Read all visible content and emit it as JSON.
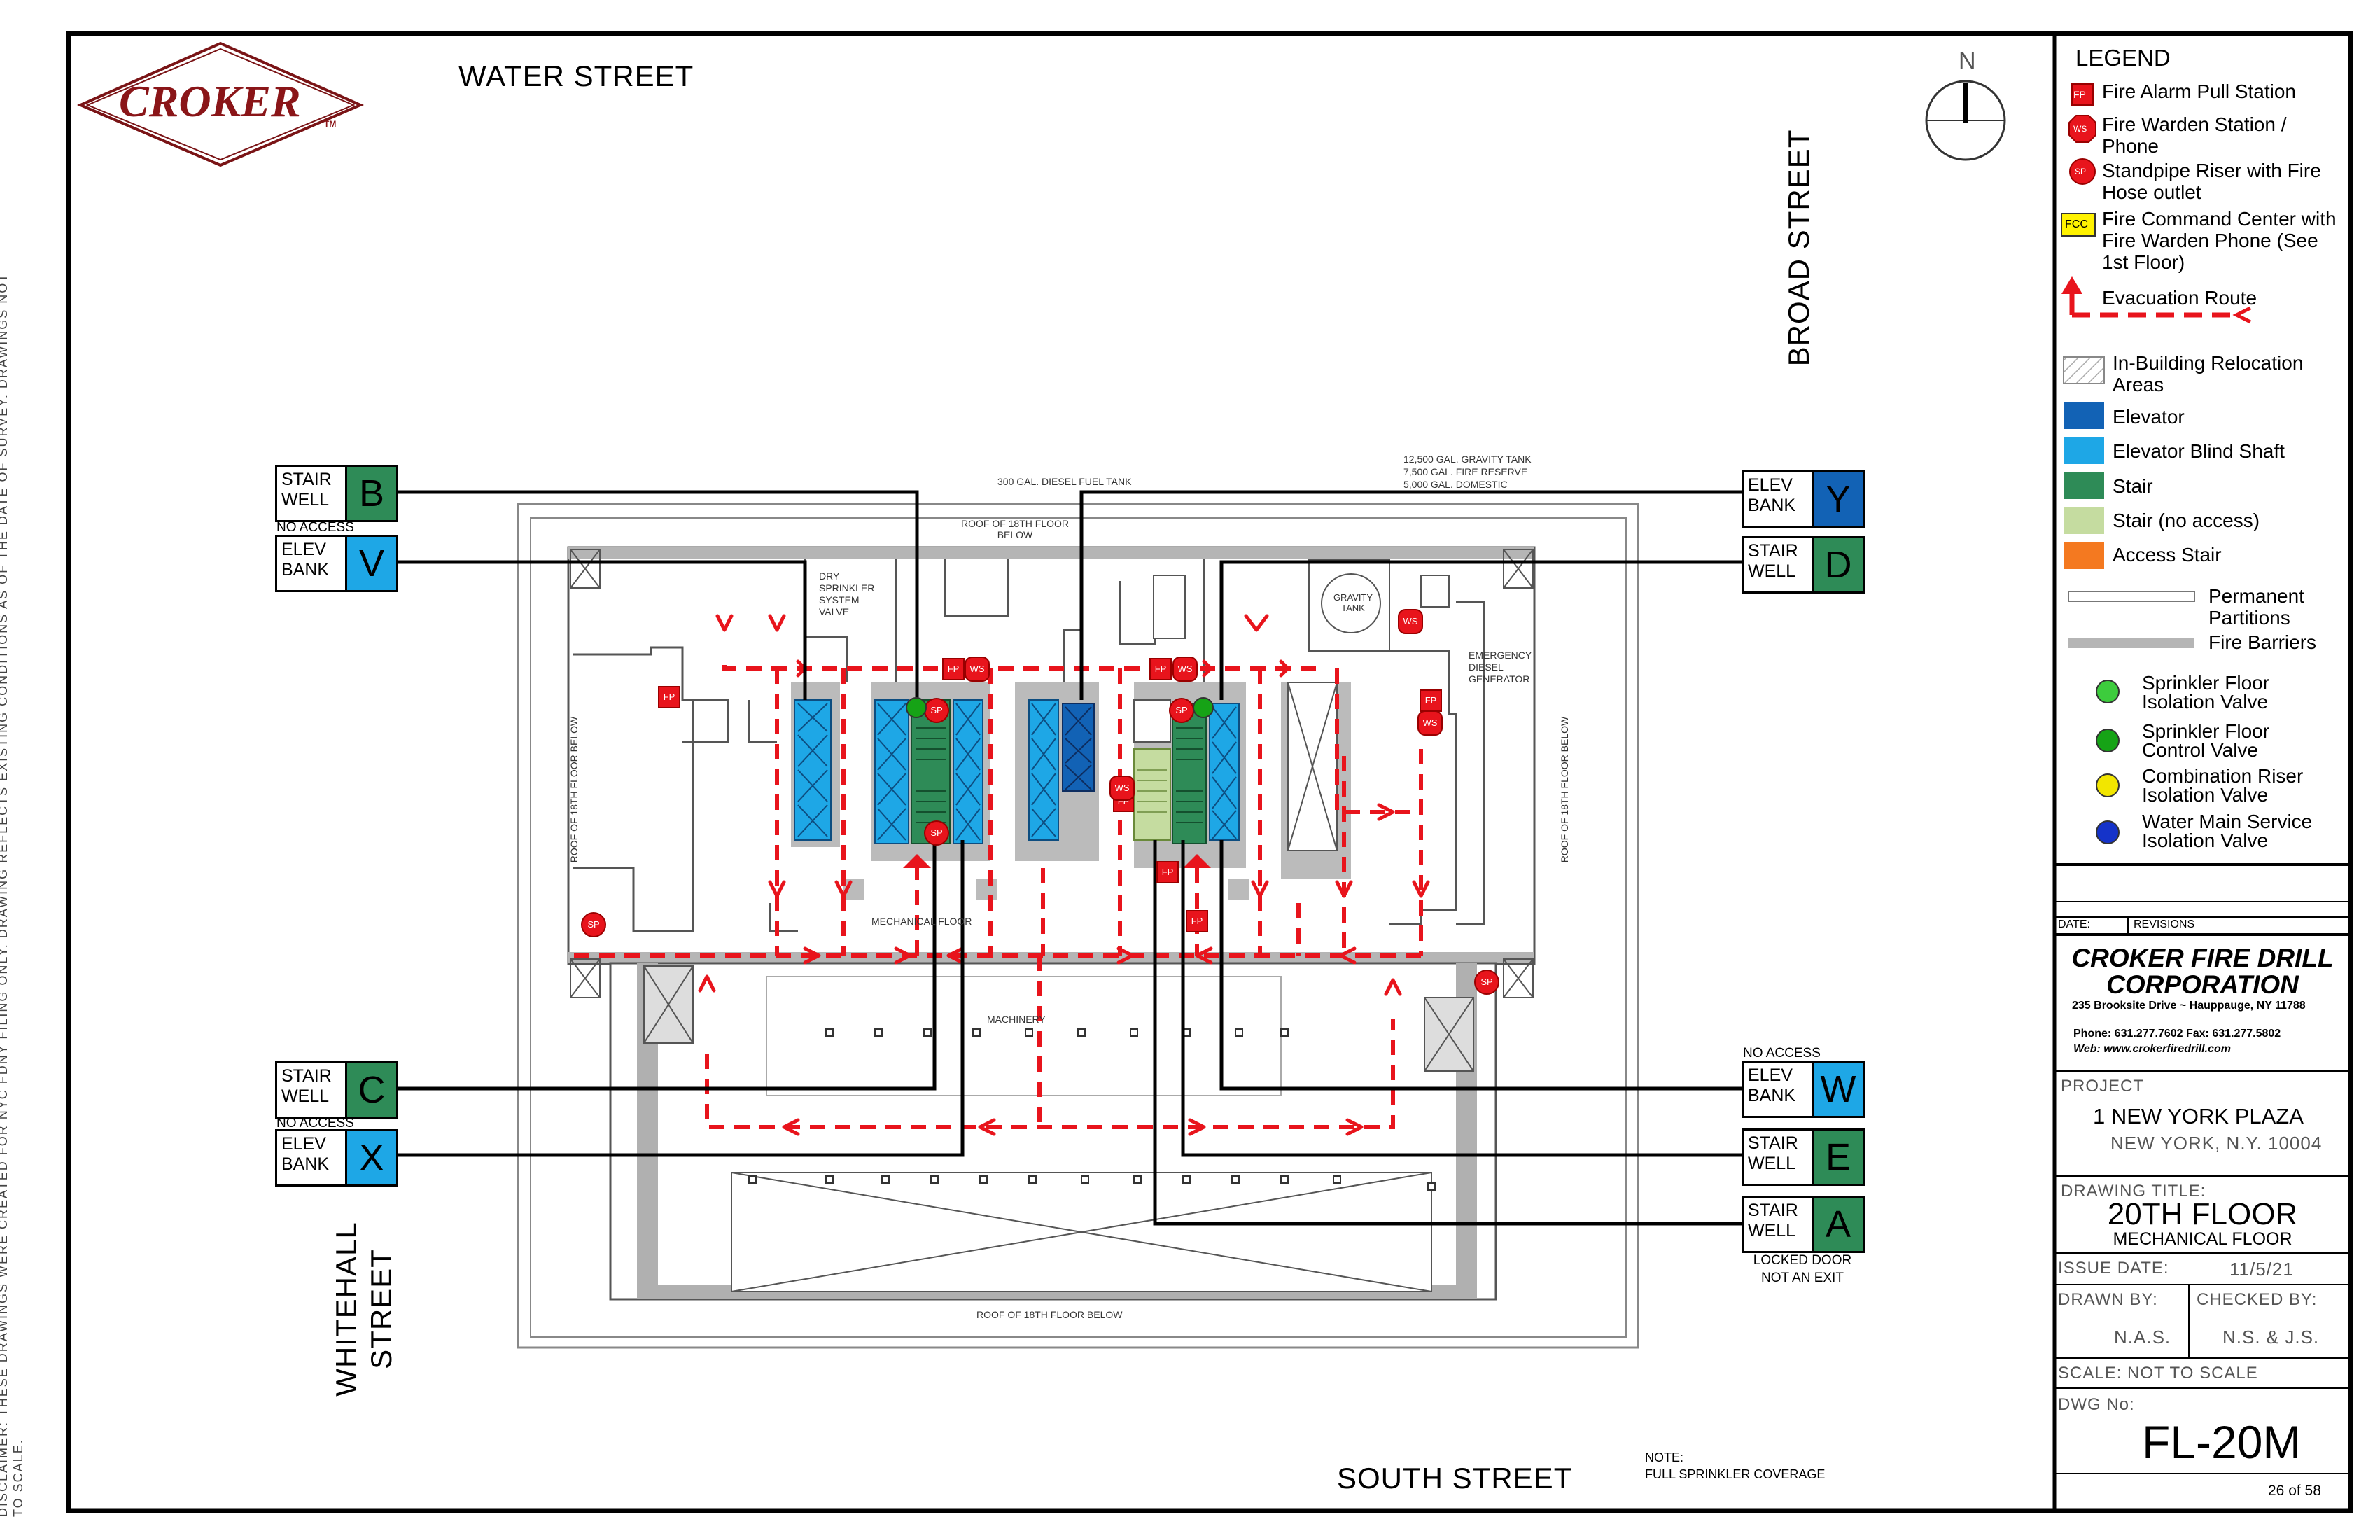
{
  "company_logo": {
    "text": "CROKER",
    "tm": "TM"
  },
  "streets": {
    "north": "WATER STREET",
    "east": "BROAD STREET",
    "south": "SOUTH STREET",
    "west": "WHITEHALL STREET"
  },
  "compass": {
    "label": "N"
  },
  "disclaimer": "DISCLAIMER: THESE DRAWINGS WERE CREATED FOR NYC FDNY FILING ONLY. DRAWING REFLECTS EXISTING CONDITIONS AS OF THE DATE OF SURVEY. DRAWINGS NOT TO SCALE.",
  "callouts": {
    "stair_b": {
      "line1": "STAIR",
      "line2": "WELL",
      "letter": "B",
      "note": "NO ACCESS",
      "color": "#2e8b57"
    },
    "elev_v": {
      "line1": "ELEV",
      "line2": "BANK",
      "letter": "V",
      "color": "#1ea7e6"
    },
    "stair_c": {
      "line1": "STAIR",
      "line2": "WELL",
      "letter": "C",
      "note": "NO ACCESS",
      "color": "#2e8b57"
    },
    "elev_x": {
      "line1": "ELEV",
      "line2": "BANK",
      "letter": "X",
      "color": "#1ea7e6"
    },
    "elev_y": {
      "line1": "ELEV",
      "line2": "BANK",
      "letter": "Y",
      "color": "#1262b5"
    },
    "stair_d": {
      "line1": "STAIR",
      "line2": "WELL",
      "letter": "D",
      "color": "#2e8b57"
    },
    "elev_w": {
      "line1": "ELEV",
      "line2": "BANK",
      "letter": "W",
      "note": "NO ACCESS",
      "color": "#1ea7e6"
    },
    "stair_e": {
      "line1": "STAIR",
      "line2": "WELL",
      "letter": "E",
      "color": "#2e8b57"
    },
    "stair_a": {
      "line1": "STAIR",
      "line2": "WELL",
      "letter": "A",
      "color": "#2e8b57",
      "note1": "LOCKED DOOR",
      "note2": "NOT AN EXIT"
    }
  },
  "plan_notes": {
    "fuel_tank": "300 GAL. DIESEL FUEL TANK",
    "gravity_tank_1": "12,500 GAL. GRAVITY TANK",
    "gravity_tank_2": "7,500 GAL. FIRE RESERVE",
    "gravity_tank_3": "5,000 GAL. DOMESTIC",
    "gravity_tank_label": "GRAVITY TANK",
    "roof_top": "ROOF OF 18TH FLOOR BELOW",
    "roof_bottom": "ROOF OF 18TH FLOOR BELOW",
    "roof_left": "ROOF OF 18TH FLOOR BELOW",
    "roof_right": "ROOF OF 18TH FLOOR BELOW",
    "dry_valve": "DRY SPRINKLER SYSTEM VALVE",
    "generator": "EMERGENCY DIESEL GENERATOR",
    "mechanical": "MECHANICAL FLOOR",
    "machinery": "MACHINERY"
  },
  "symbols": {
    "fp": "FP",
    "ws": "WS",
    "sp": "SP",
    "fcc": "FCC"
  },
  "note": {
    "title": "NOTE:",
    "text": "FULL SPRINKLER COVERAGE"
  },
  "legend": {
    "title": "LEGEND",
    "items": [
      {
        "icon": "fire-alarm-pull-station",
        "label": "Fire Alarm Pull Station"
      },
      {
        "icon": "fire-warden-station",
        "label": "Fire Warden Station / Phone"
      },
      {
        "icon": "standpipe-riser",
        "label": "Standpipe Riser with Fire Hose outlet"
      },
      {
        "icon": "fire-command-center",
        "label": "Fire Command Center with Fire Warden Phone (See 1st Floor)"
      },
      {
        "icon": "evacuation-route",
        "label": "Evacuation  Route"
      },
      {
        "icon": "relocation-area",
        "label": "In-Building Relocation Areas"
      },
      {
        "icon": "elevator",
        "label": "Elevator",
        "color": "#1262b5"
      },
      {
        "icon": "elevator-blind-shaft",
        "label": "Elevator Blind Shaft",
        "color": "#1ea7e6"
      },
      {
        "icon": "stair",
        "label": "Stair",
        "color": "#2e8b57"
      },
      {
        "icon": "stair-no-access",
        "label": "Stair (no access)",
        "color": "#c5dca0"
      },
      {
        "icon": "access-stair",
        "label": "Access Stair",
        "color": "#f47920"
      },
      {
        "icon": "permanent-partitions",
        "label": "Permanent Partitions"
      },
      {
        "icon": "fire-barriers",
        "label": "Fire Barriers"
      },
      {
        "icon": "sprinkler-floor-isolation-valve",
        "label": "Sprinkler Floor Isolation Valve",
        "color": "#3dcc3d"
      },
      {
        "icon": "sprinkler-floor-control-valve",
        "label": "Sprinkler Floor Control Valve",
        "color": "#16a316"
      },
      {
        "icon": "combination-riser-isolation-valve",
        "label": "Combination Riser Isolation Valve",
        "color": "#f2e600"
      },
      {
        "icon": "water-main-service-isolation-valve",
        "label": "Water Main Service Isolation Valve",
        "color": "#1533c9"
      }
    ]
  },
  "title_block": {
    "date_label": "DATE:",
    "revisions_label": "REVISIONS",
    "company_line1": "CROKER FIRE DRILL",
    "company_line2": "CORPORATION",
    "address": "235 Brooksite Drive ~ Hauppauge, NY 11788",
    "phone": "Phone: 631.277.7602  Fax: 631.277.5802",
    "web": "Web: www.crokerfiredrill.com",
    "project_label": "PROJECT",
    "project_name": "1 NEW YORK PLAZA",
    "project_city": "NEW YORK, N.Y. 10004",
    "drawing_title_label": "DRAWING TITLE:",
    "drawing_title": "20TH FLOOR",
    "drawing_subtitle": "MECHANICAL FLOOR",
    "issue_label": "ISSUE DATE:",
    "issue_date": "11/5/21",
    "drawn_label": "DRAWN BY:",
    "drawn_by": "N.A.S.",
    "checked_label": "CHECKED BY:",
    "checked_by": "N.S. & J.S.",
    "scale": "SCALE: NOT TO SCALE",
    "dwg_label": "DWG No:",
    "dwg_no": "FL-20M",
    "sheet": "26 of 58"
  }
}
